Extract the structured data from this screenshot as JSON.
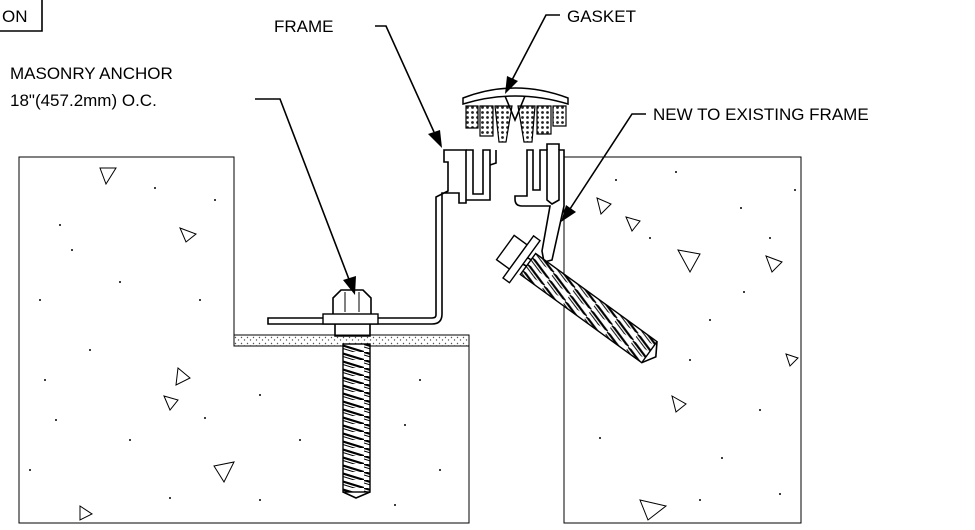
{
  "drawing": {
    "corner_label": "ON",
    "labels": {
      "frame": "FRAME",
      "gasket": "GASKET",
      "anchor_line1": "MASONRY ANCHOR",
      "anchor_line2": "18\"(457.2mm) O.C.",
      "new_to_existing": "NEW TO EXISTING FRAME"
    }
  }
}
